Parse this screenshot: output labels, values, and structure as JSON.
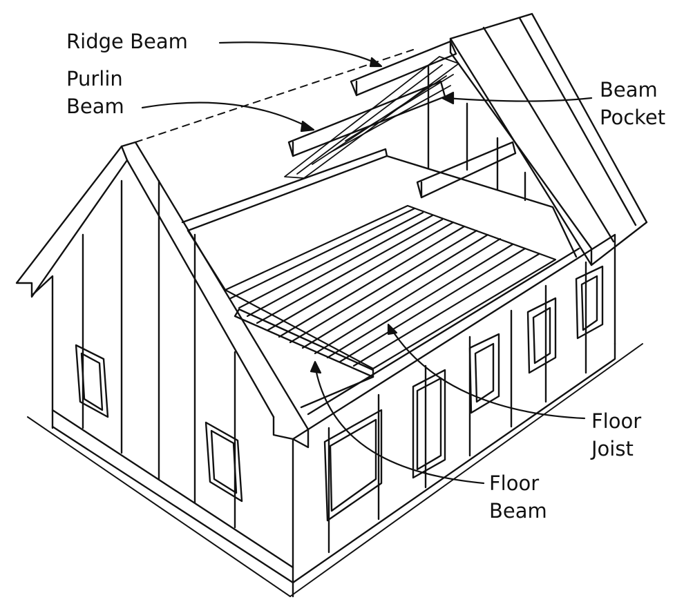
{
  "labels": {
    "ridge_beam": "Ridge Beam",
    "purlin_beam": [
      "Purlin",
      "Beam"
    ],
    "beam_pocket": [
      "Beam",
      "Pocket"
    ],
    "floor_joist": [
      "Floor",
      "Joist"
    ],
    "floor_beam": [
      "Floor",
      "Beam"
    ]
  },
  "colors": {
    "ink": "#111111",
    "background": "#ffffff"
  }
}
